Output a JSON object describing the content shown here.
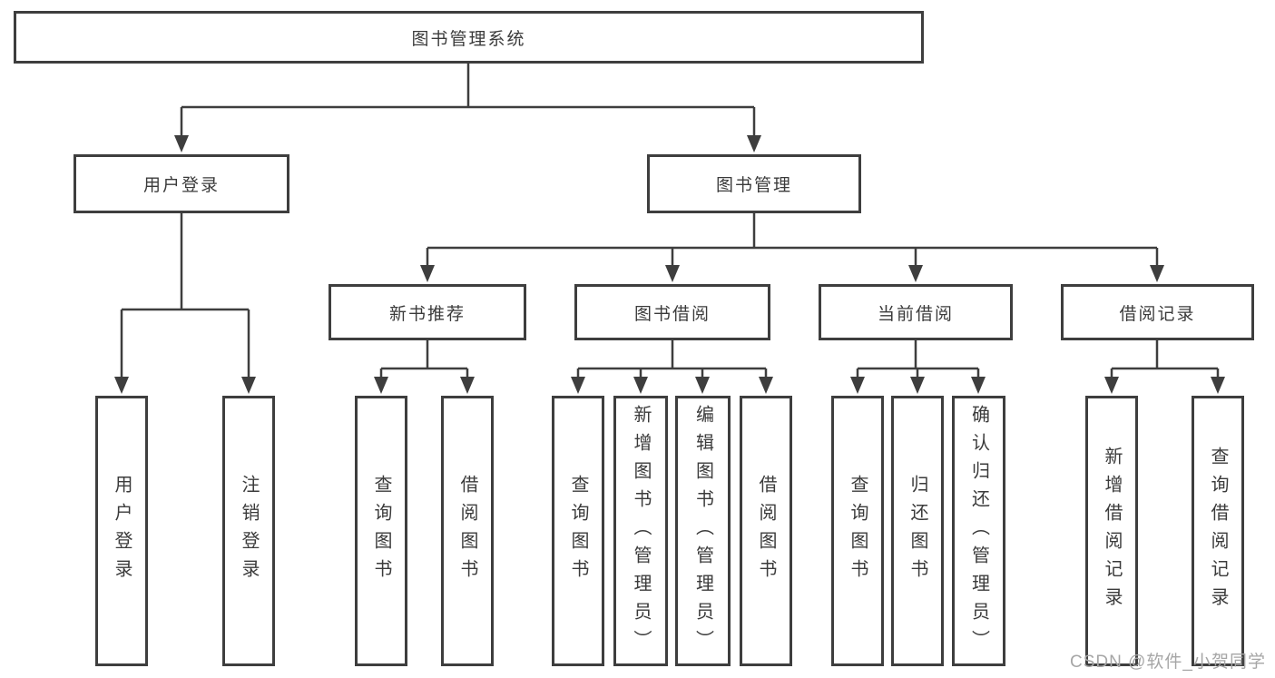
{
  "diagram": {
    "root": {
      "label": "图书管理系统"
    },
    "branches": [
      {
        "label": "用户登录",
        "children": [
          {
            "label": "用户登录"
          },
          {
            "label": "注销登录"
          }
        ]
      },
      {
        "label": "图书管理",
        "groups": [
          {
            "label": "新书推荐",
            "children": [
              {
                "label": "查询图书"
              },
              {
                "label": "借阅图书"
              }
            ]
          },
          {
            "label": "图书借阅",
            "children": [
              {
                "label": "查询图书"
              },
              {
                "label": "新增图书（管理员）"
              },
              {
                "label": "编辑图书（管理员）"
              },
              {
                "label": "借阅图书"
              }
            ]
          },
          {
            "label": "当前借阅",
            "children": [
              {
                "label": "查询图书"
              },
              {
                "label": "归还图书"
              },
              {
                "label": "确认归还（管理员）"
              }
            ]
          },
          {
            "label": "借阅记录",
            "children": [
              {
                "label": "新增借阅记录"
              },
              {
                "label": "查询借阅记录"
              }
            ]
          }
        ]
      }
    ]
  },
  "watermark": {
    "text": "CSDN @软件_小贺同学"
  },
  "colors": {
    "line": "#3e3e3e",
    "box_border": "#3e3e3e",
    "text": "#3b3b3b",
    "background": "#ffffff",
    "watermark": "#a6a6a6"
  }
}
